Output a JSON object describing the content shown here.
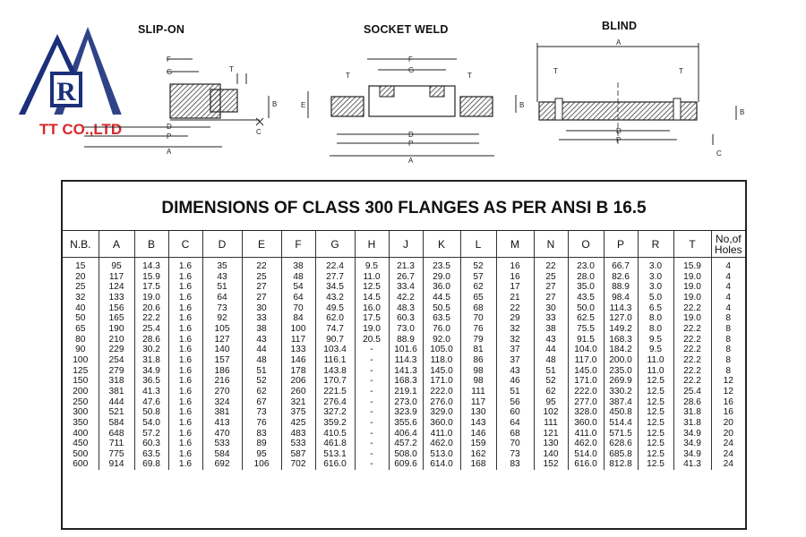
{
  "logo": {
    "company": "TT CO.,LTD",
    "mark": "R",
    "colors": {
      "primary": "#1b2f7a",
      "accent": "#d9262a"
    }
  },
  "figures": [
    {
      "label": "SLIP-ON"
    },
    {
      "label": "SOCKET WELD"
    },
    {
      "label": "BLIND"
    }
  ],
  "table": {
    "title": "DIMENSIONS OF CLASS 300 FLANGES AS PER ANSI B 16.5",
    "headers": [
      "N.B.",
      "A",
      "B",
      "C",
      "D",
      "E",
      "F",
      "G",
      "H",
      "J",
      "K",
      "L",
      "M",
      "N",
      "O",
      "P",
      "R",
      "T",
      "No,of Holes"
    ],
    "rows": [
      [
        "15",
        "95",
        "14.3",
        "1.6",
        "35",
        "22",
        "38",
        "22.4",
        "9.5",
        "21.3",
        "23.5",
        "52",
        "16",
        "22",
        "23.0",
        "66.7",
        "3.0",
        "15.9",
        "4"
      ],
      [
        "20",
        "117",
        "15.9",
        "1.6",
        "43",
        "25",
        "48",
        "27.7",
        "11.0",
        "26.7",
        "29.0",
        "57",
        "16",
        "25",
        "28.0",
        "82.6",
        "3.0",
        "19.0",
        "4"
      ],
      [
        "25",
        "124",
        "17.5",
        "1.6",
        "51",
        "27",
        "54",
        "34.5",
        "12.5",
        "33.4",
        "36.0",
        "62",
        "17",
        "27",
        "35.0",
        "88.9",
        "3.0",
        "19.0",
        "4"
      ],
      [
        "32",
        "133",
        "19.0",
        "1.6",
        "64",
        "27",
        "64",
        "43.2",
        "14.5",
        "42.2",
        "44.5",
        "65",
        "21",
        "27",
        "43.5",
        "98.4",
        "5.0",
        "19.0",
        "4"
      ],
      [
        "40",
        "156",
        "20.6",
        "1.6",
        "73",
        "30",
        "70",
        "49.5",
        "16.0",
        "48.3",
        "50.5",
        "68",
        "22",
        "30",
        "50.0",
        "114.3",
        "6.5",
        "22.2",
        "4"
      ],
      [
        "50",
        "165",
        "22.2",
        "1.6",
        "92",
        "33",
        "84",
        "62.0",
        "17.5",
        "60.3",
        "63.5",
        "70",
        "29",
        "33",
        "62.5",
        "127.0",
        "8.0",
        "19.0",
        "8"
      ],
      [
        "65",
        "190",
        "25.4",
        "1.6",
        "105",
        "38",
        "100",
        "74.7",
        "19.0",
        "73.0",
        "76.0",
        "76",
        "32",
        "38",
        "75.5",
        "149.2",
        "8.0",
        "22.2",
        "8"
      ],
      [
        "80",
        "210",
        "28.6",
        "1.6",
        "127",
        "43",
        "117",
        "90.7",
        "20.5",
        "88.9",
        "92.0",
        "79",
        "32",
        "43",
        "91.5",
        "168.3",
        "9.5",
        "22.2",
        "8"
      ],
      [
        "90",
        "229",
        "30.2",
        "1.6",
        "140",
        "44",
        "133",
        "103.4",
        "-",
        "101.6",
        "105.0",
        "81",
        "37",
        "44",
        "104.0",
        "184.2",
        "9.5",
        "22.2",
        "8"
      ],
      [
        "100",
        "254",
        "31.8",
        "1.6",
        "157",
        "48",
        "146",
        "116.1",
        "-",
        "114.3",
        "118.0",
        "86",
        "37",
        "48",
        "117.0",
        "200.0",
        "11.0",
        "22.2",
        "8"
      ],
      [
        "125",
        "279",
        "34.9",
        "1.6",
        "186",
        "51",
        "178",
        "143.8",
        "-",
        "141.3",
        "145.0",
        "98",
        "43",
        "51",
        "145.0",
        "235.0",
        "11.0",
        "22.2",
        "8"
      ],
      [
        "150",
        "318",
        "36.5",
        "1.6",
        "216",
        "52",
        "206",
        "170.7",
        "-",
        "168.3",
        "171.0",
        "98",
        "46",
        "52",
        "171.0",
        "269.9",
        "12.5",
        "22.2",
        "12"
      ],
      [
        "200",
        "381",
        "41.3",
        "1.6",
        "270",
        "62",
        "260",
        "221.5",
        "-",
        "219.1",
        "222.0",
        "111",
        "51",
        "62",
        "222.0",
        "330.2",
        "12.5",
        "25.4",
        "12"
      ],
      [
        "250",
        "444",
        "47.6",
        "1.6",
        "324",
        "67",
        "321",
        "276.4",
        "-",
        "273.0",
        "276.0",
        "117",
        "56",
        "95",
        "277.0",
        "387.4",
        "12.5",
        "28.6",
        "16"
      ],
      [
        "300",
        "521",
        "50.8",
        "1.6",
        "381",
        "73",
        "375",
        "327.2",
        "-",
        "323.9",
        "329.0",
        "130",
        "60",
        "102",
        "328.0",
        "450.8",
        "12.5",
        "31.8",
        "16"
      ],
      [
        "350",
        "584",
        "54.0",
        "1.6",
        "413",
        "76",
        "425",
        "359.2",
        "-",
        "355.6",
        "360.0",
        "143",
        "64",
        "111",
        "360.0",
        "514.4",
        "12.5",
        "31.8",
        "20"
      ],
      [
        "400",
        "648",
        "57.2",
        "1.6",
        "470",
        "83",
        "483",
        "410.5",
        "-",
        "406.4",
        "411.0",
        "146",
        "68",
        "121",
        "411.0",
        "571.5",
        "12.5",
        "34.9",
        "20"
      ],
      [
        "450",
        "711",
        "60.3",
        "1.6",
        "533",
        "89",
        "533",
        "461.8",
        "-",
        "457.2",
        "462.0",
        "159",
        "70",
        "130",
        "462.0",
        "628.6",
        "12.5",
        "34.9",
        "24"
      ],
      [
        "500",
        "775",
        "63.5",
        "1.6",
        "584",
        "95",
        "587",
        "513.1",
        "-",
        "508.0",
        "513.0",
        "162",
        "73",
        "140",
        "514.0",
        "685.8",
        "12.5",
        "34.9",
        "24"
      ],
      [
        "600",
        "914",
        "69.8",
        "1.6",
        "692",
        "106",
        "702",
        "616.0",
        "-",
        "609.6",
        "614.0",
        "168",
        "83",
        "152",
        "616.0",
        "812.8",
        "12.5",
        "41.3",
        "24"
      ]
    ]
  }
}
